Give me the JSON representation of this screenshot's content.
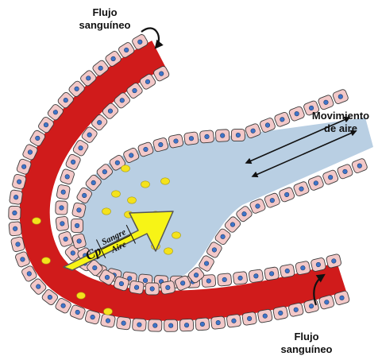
{
  "labels": {
    "flow_top": [
      "Flujo",
      "sanguíneo"
    ],
    "air": [
      "Movimiento",
      "de aire"
    ],
    "flow_bottom": [
      "Flujo",
      "sanguíneo"
    ]
  },
  "formula": {
    "prefix": "Cp",
    "numerator": "Sangre",
    "denominator": "Aire"
  },
  "colors": {
    "blood": "#d01b1b",
    "alveolus_lumen": "#b9cfe3",
    "cell_fill": "#f2c8c8",
    "cell_stroke": "#3a3a3a",
    "nucleus": "#3f74c8",
    "gas_particle": "#f4e21c",
    "diffusion_arrow": "#f7f416",
    "flow_arrow": "#111111"
  }
}
